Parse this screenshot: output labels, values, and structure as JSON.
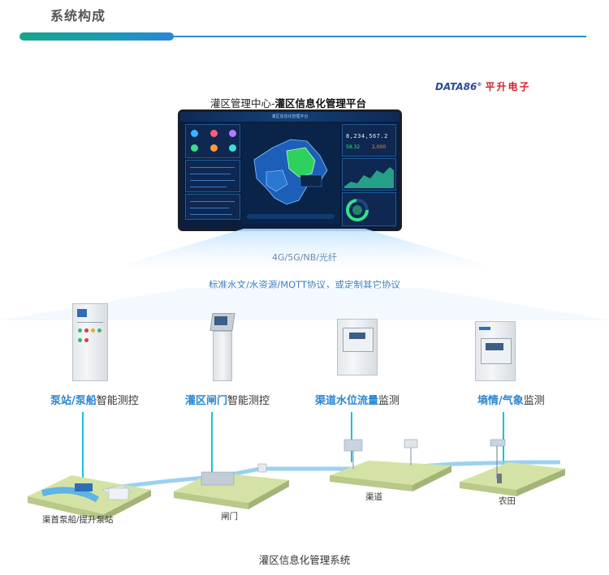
{
  "header": {
    "title": "系统构成"
  },
  "brand": {
    "logo_text": "DATA86",
    "company": "平升电子"
  },
  "platform": {
    "title_prefix": "灌区管理中心-",
    "title_bold": "灌区信息化管理平台"
  },
  "dashboard": {
    "header_title": "灌区信息化管理平台",
    "counter_value": "8,234,567.2",
    "stat_a": "58.32",
    "stat_b": "2,000"
  },
  "network": {
    "transport": "4G/5G/NB/光纤",
    "protocols": "标准水文/水资源/MQTT协议，或定制其它协议"
  },
  "stations": [
    {
      "hl1": "泵站",
      "sep": "/",
      "hl2": "泵船",
      "rest": "智能测控"
    },
    {
      "hl1": "灌区",
      "sep": "",
      "hl2": "闸门",
      "rest": "智能测控"
    },
    {
      "hl1": "渠道",
      "sep": "",
      "hl2": "水位流量",
      "rest": "监测"
    },
    {
      "hl1": "墒情",
      "sep": "/",
      "hl2": "气象",
      "rest": "监测"
    }
  ],
  "bases": {
    "pump": "渠首泵船/提升泵站",
    "gate": "闸门",
    "channel": "渠道",
    "farm": "农田"
  },
  "footer": {
    "caption": "灌区信息化管理系统"
  },
  "colors": {
    "accent": "#2a86d3",
    "teal": "#1aa58a",
    "connector": "#16c3d6",
    "brand_red": "#d2202a"
  }
}
